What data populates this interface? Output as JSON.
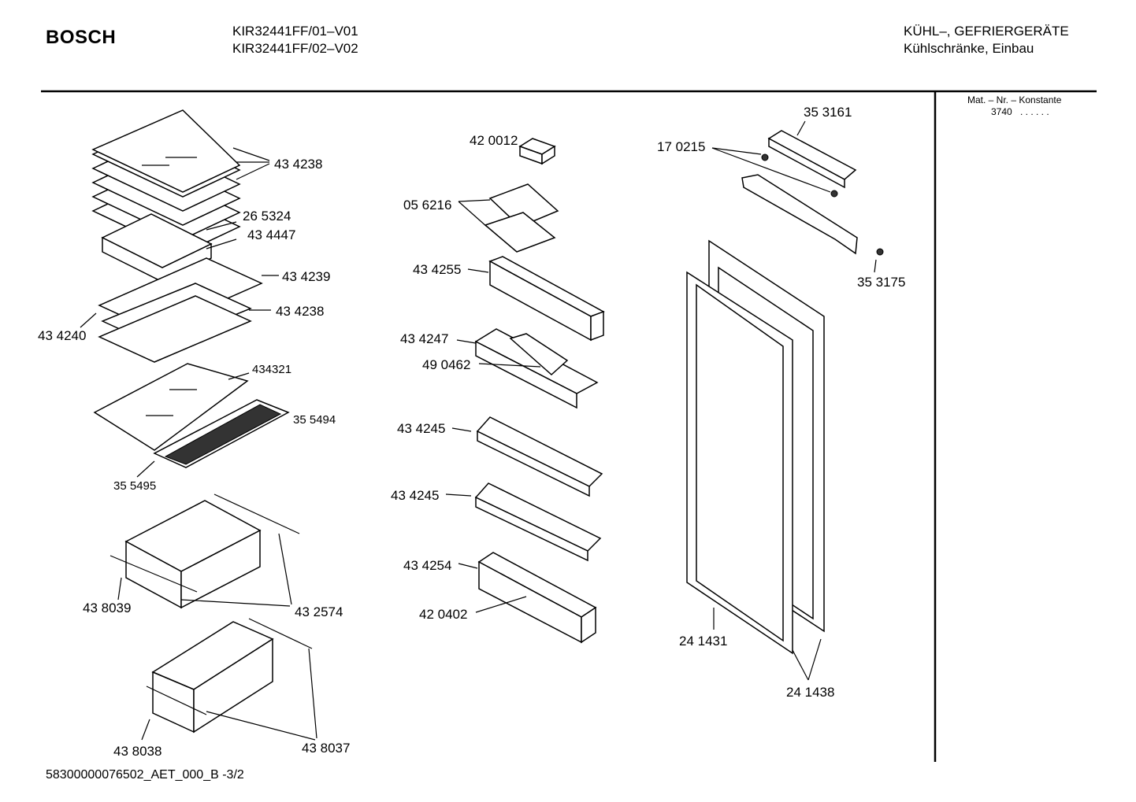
{
  "header": {
    "brand": "BOSCH",
    "model_line_1": "KIR32441FF/01–V01",
    "model_line_2": "KIR32441FF/02–V02",
    "category_line_1": "KÜHL–, GEFRIERGERÄTE",
    "category_line_2": "Kühlschränke, Einbau"
  },
  "side_panel": {
    "label": "Mat. – Nr. – Konstante",
    "value": "3740",
    "dots": ". .   . . . ."
  },
  "parts": {
    "p434238_top": "43 4238",
    "p265324": "26 5324",
    "p434447": "43 4447",
    "p434239": "43 4239",
    "p434238_mid": "43 4238",
    "p434240": "43 4240",
    "p434321": "434321",
    "p355494": "35 5494",
    "p355495": "35 5495",
    "p438039": "43 8039",
    "p432574": "43 2574",
    "p438038": "43 8038",
    "p438037": "43 8037",
    "p420012": "42 0012",
    "p056216": "05 6216",
    "p434255": "43 4255",
    "p434247": "43 4247",
    "p490462": "49 0462",
    "p434245_a": "43 4245",
    "p434245_b": "43 4245",
    "p434254": "43 4254",
    "p420402": "42 0402",
    "p353161": "35 3161",
    "p170215": "17 0215",
    "p353175": "35 3175",
    "p241431": "24 1431",
    "p241438": "24 1438"
  },
  "footer": {
    "doc_id": "58300000076502_AET_000_B",
    "page": "-3/2"
  }
}
